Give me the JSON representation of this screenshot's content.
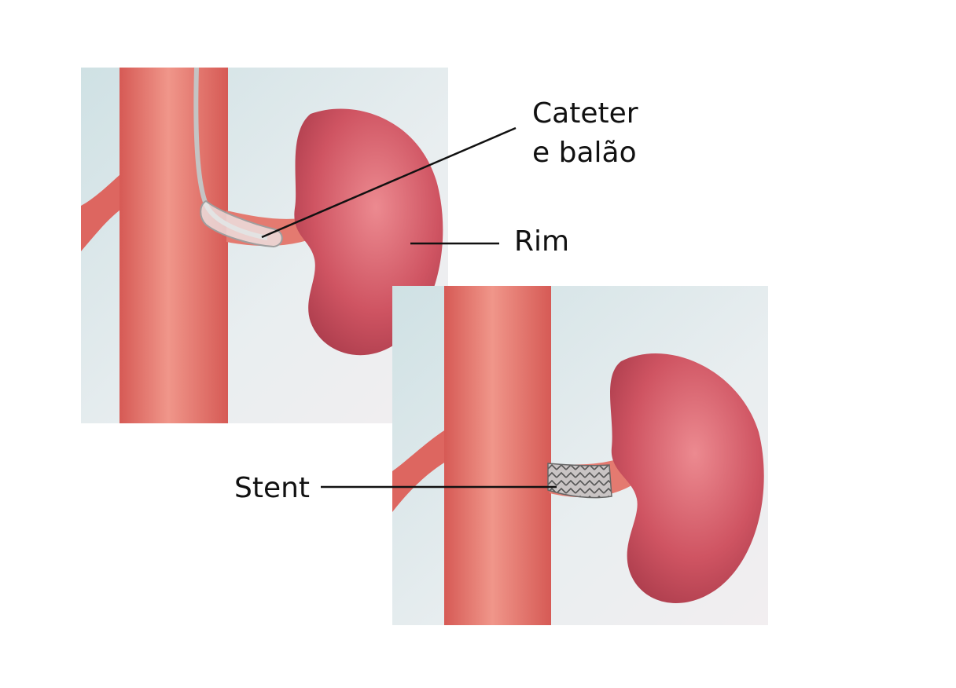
{
  "labels": {
    "catheter_line1": "Cateter",
    "catheter_line2": "e balão",
    "kidney": "Rim",
    "stent": "Stent"
  },
  "colors": {
    "panel_bg": "#dce8ea",
    "artery": "#e06e66",
    "artery_light": "#f29a8c",
    "kidney": "#c84a55",
    "kidney_light": "#e8808a",
    "stent": "#9a9a9a",
    "leader_line": "#111111"
  }
}
